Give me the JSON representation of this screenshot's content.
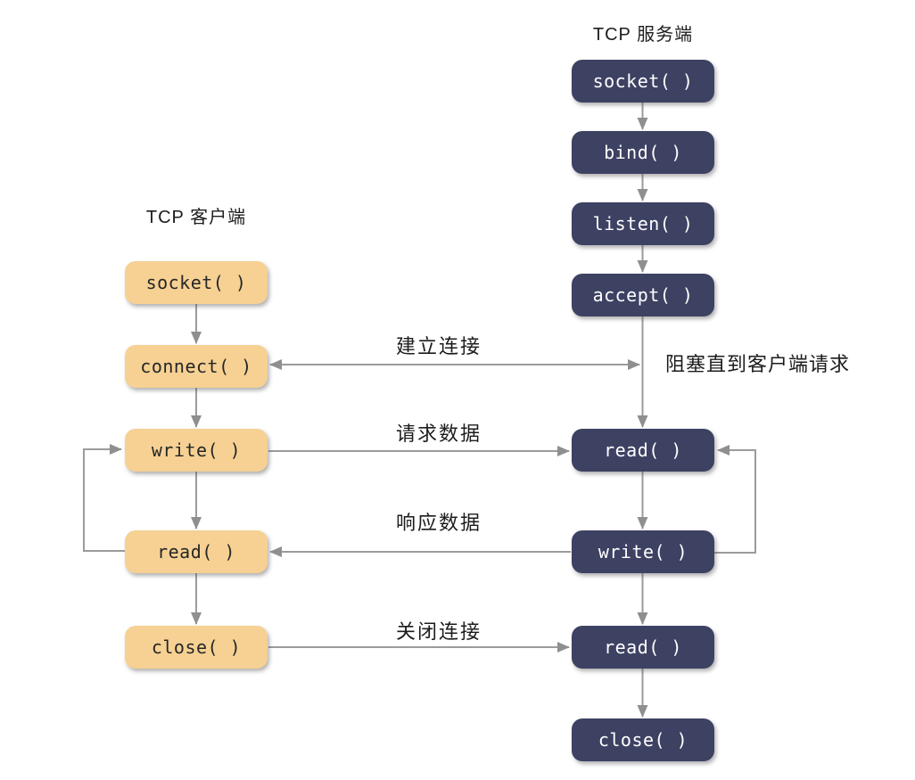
{
  "diagram": {
    "type": "flowchart",
    "server_title": "TCP 服务端",
    "client_title": "TCP 客户端",
    "server_nodes": [
      {
        "id": "socket",
        "label": "socket( )"
      },
      {
        "id": "bind",
        "label": "bind( )"
      },
      {
        "id": "listen",
        "label": "listen( )"
      },
      {
        "id": "accept",
        "label": "accept( )"
      },
      {
        "id": "read1",
        "label": "read( )"
      },
      {
        "id": "write",
        "label": "write( )"
      },
      {
        "id": "read2",
        "label": "read( )"
      },
      {
        "id": "close",
        "label": "close( )"
      }
    ],
    "client_nodes": [
      {
        "id": "socket",
        "label": "socket( )"
      },
      {
        "id": "connect",
        "label": "connect( )"
      },
      {
        "id": "write",
        "label": "write( )"
      },
      {
        "id": "read",
        "label": "read( )"
      },
      {
        "id": "close",
        "label": "close( )"
      }
    ],
    "edge_labels": {
      "establish": "建立连接",
      "request": "请求数据",
      "response": "响应数据",
      "close": "关闭连接"
    },
    "side_note": "阻塞直到客户端请求",
    "colors": {
      "server_box": "#3d4263",
      "server_text": "#ffffff",
      "client_box": "#f6d193",
      "client_text": "#262626",
      "arrow": "#9b9b9b",
      "arrowhead": "#8f8f8f",
      "label_text": "#1c1c1c",
      "background": "#ffffff"
    }
  }
}
